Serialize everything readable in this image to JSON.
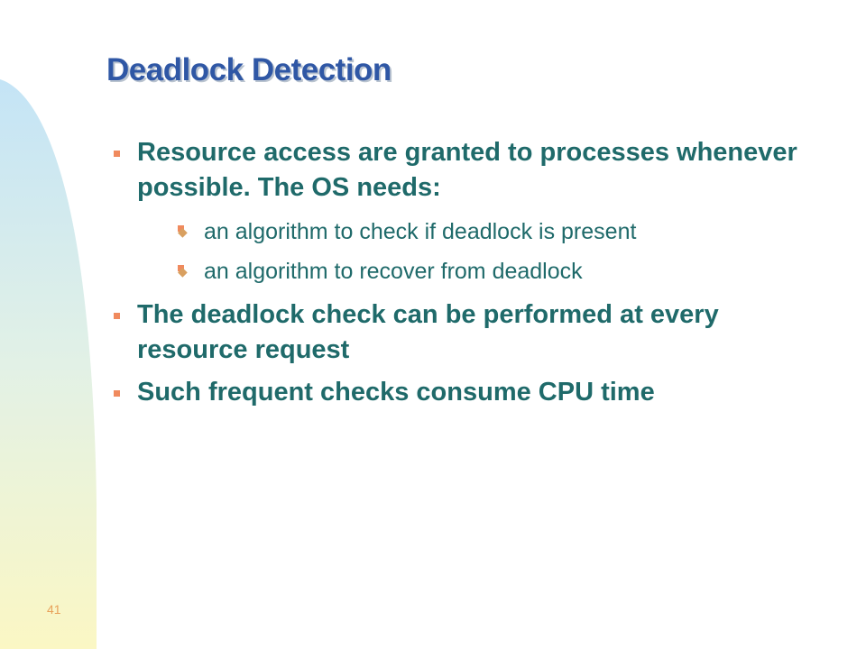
{
  "slide": {
    "title": "Deadlock Detection",
    "bullets": [
      {
        "text": "Resource access are granted to processes whenever possible. The OS needs:",
        "sub": [
          "an algorithm to check if deadlock is present",
          "an algorithm to recover from deadlock"
        ]
      },
      {
        "text": "The deadlock check can be performed at every resource request"
      },
      {
        "text": "Such frequent checks consume CPU time"
      }
    ],
    "number": "41"
  },
  "colors": {
    "title": "#2f57a5",
    "title_shadow": "#b9c3cf",
    "body_text": "#1f6a6a",
    "bullet_mark": "#f08a5e",
    "sub_bullet_mark": "#d9a060",
    "slide_number": "#e8a15a",
    "band_top": "#c4e4f6",
    "band_bottom": "#fbf7c4"
  },
  "icons": {
    "bullet": "square-bullet-icon",
    "sub_bullet": "diamond-bullet-icon"
  }
}
